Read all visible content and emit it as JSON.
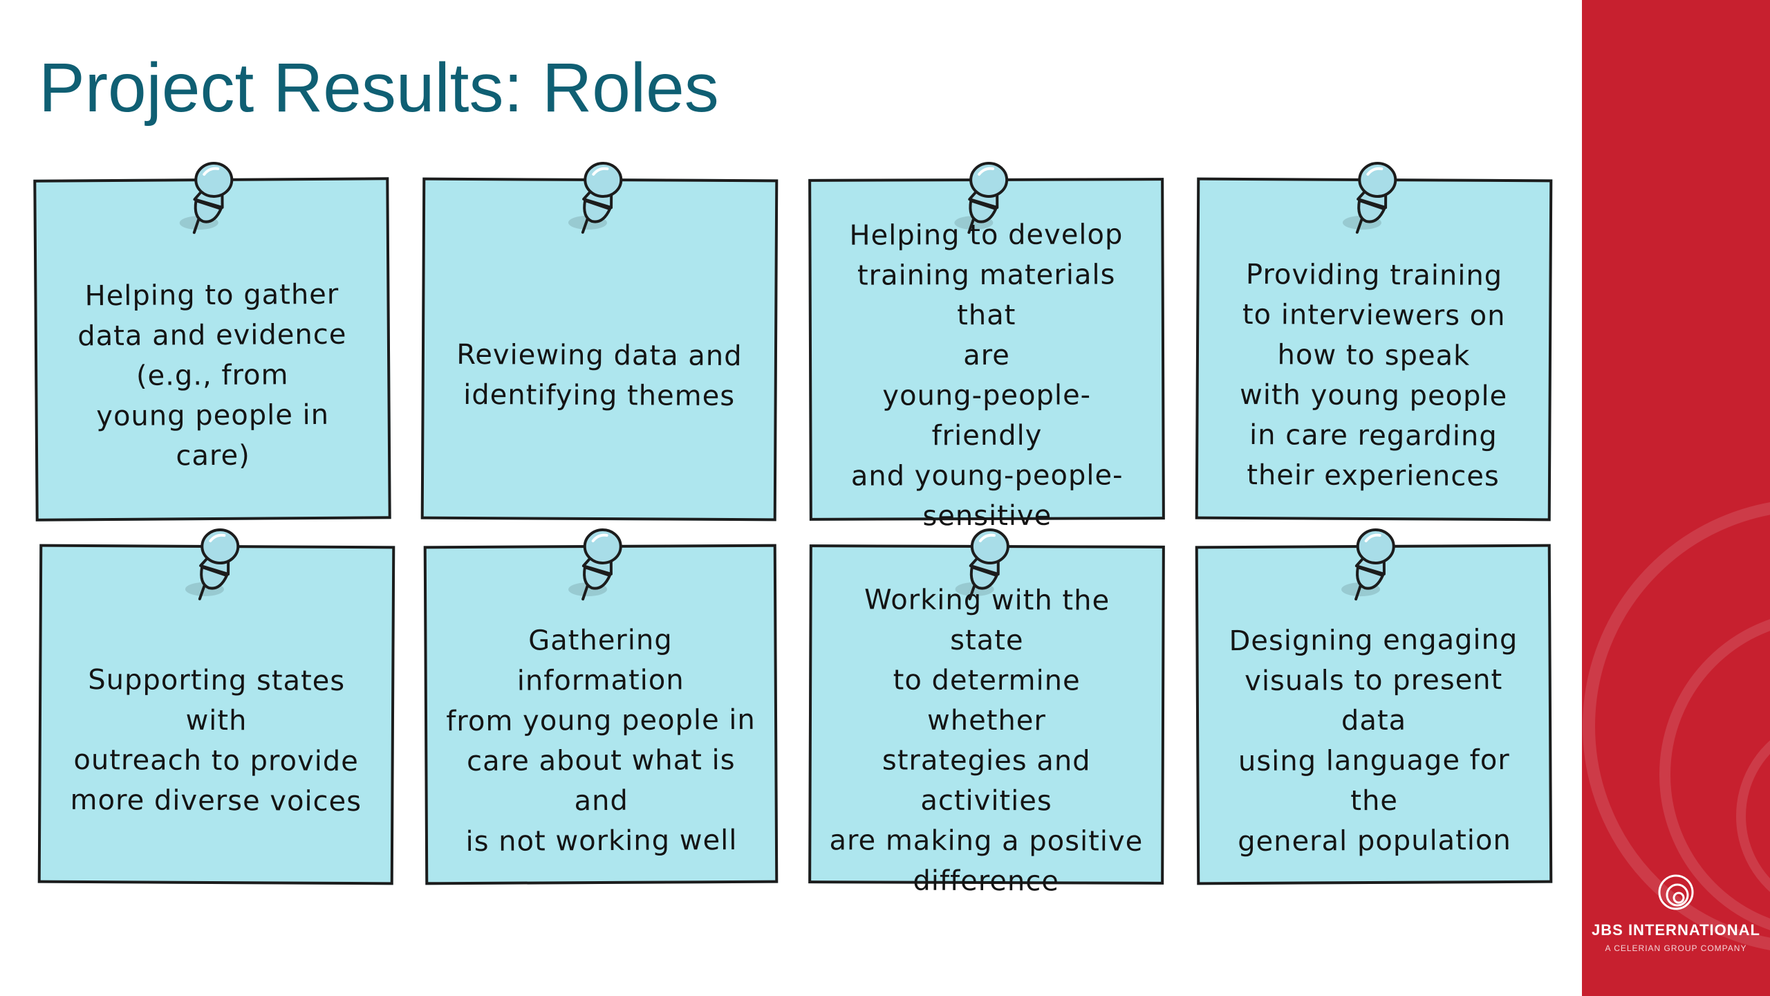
{
  "slide": {
    "title": "Project Results: Roles"
  },
  "notes": [
    {
      "text": "Helping to gather\ndata and evidence\n(e.g., from\nyoung people in care)"
    },
    {
      "text": "Reviewing data and\nidentifying themes"
    },
    {
      "text": "Helping to develop\ntraining materials that\nare\nyoung-people-friendly\nand young-people-\nsensitive"
    },
    {
      "text": "Providing training\nto interviewers on\nhow to speak\nwith young people\nin care regarding\ntheir experiences"
    },
    {
      "text": "Supporting states with\noutreach to provide\nmore diverse voices"
    },
    {
      "text": "Gathering information\nfrom young people in\ncare about what is and\nis not working well"
    },
    {
      "text": "Working with the state\nto determine whether\nstrategies and activities\nare making a positive\ndifference"
    },
    {
      "text": "Designing engaging\nvisuals to present data\nusing language for the\ngeneral population"
    }
  ],
  "brand": {
    "name": "JBS INTERNATIONAL",
    "tagline": "A CELERIAN GROUP COMPANY"
  },
  "colors": {
    "title": "#0f5f73",
    "note_fill": "#aee6ee",
    "pin_fill": "#a8dde8",
    "sidebar": "#c7202f"
  },
  "icons": {
    "pin": "pushpin-icon",
    "logo": "jbs-logo-icon"
  }
}
